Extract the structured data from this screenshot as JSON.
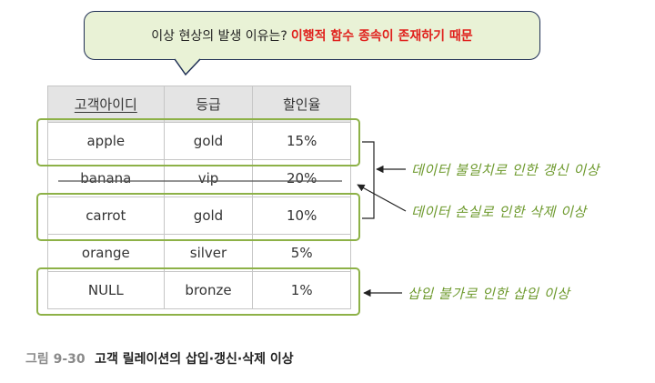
{
  "callout": {
    "question": "이상 현상의 발생 이유는?",
    "answer": "이행적 함수 종속이 존재하기 때문"
  },
  "table": {
    "headers": [
      "고객아이디",
      "등급",
      "할인율"
    ],
    "rows": [
      [
        "apple",
        "gold",
        "15%"
      ],
      [
        "banana",
        "vip",
        "20%"
      ],
      [
        "carrot",
        "gold",
        "10%"
      ],
      [
        "orange",
        "silver",
        "5%"
      ],
      [
        "NULL",
        "bronze",
        "1%"
      ]
    ]
  },
  "annotations": {
    "update": "데이터 불일치로 인한 갱신 이상",
    "delete": "데이터 손실로 인한 삭제 이상",
    "insert": "삽입 불가로 인한 삽입 이상"
  },
  "caption": {
    "number": "그림 9-30",
    "title": "고객 릴레이션의 삽입·갱신·삭제 이상"
  },
  "colors": {
    "highlight": "#8db147",
    "answer": "#e0201c",
    "callout_bg": "#e9f2d6"
  }
}
